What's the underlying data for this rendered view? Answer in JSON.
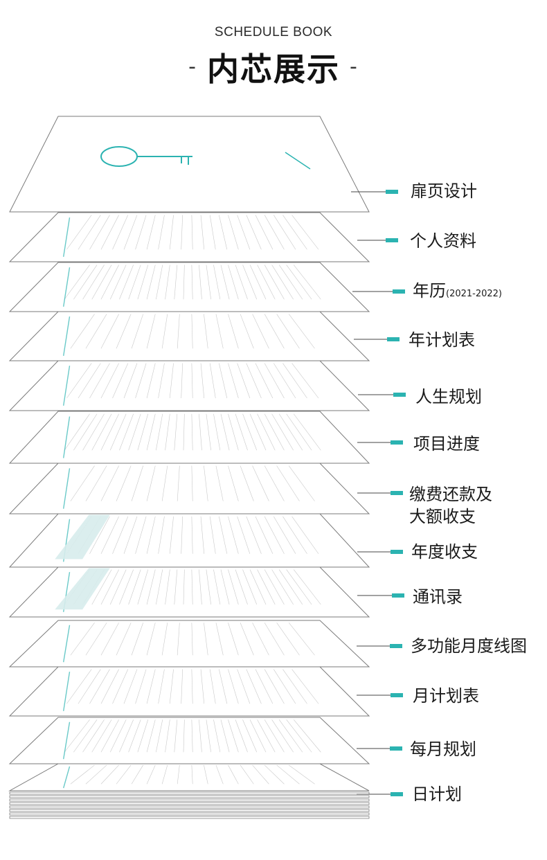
{
  "header": {
    "subtitle": "SCHEDULE BOOK",
    "title": "内芯展示",
    "dash": "-"
  },
  "colors": {
    "accent": "#2bb3b1",
    "line": "#444444",
    "page_border": "#7a7a7a",
    "page_fill": "#ffffff",
    "teal_light": "#d7ecec",
    "text": "#1a1a1a"
  },
  "pages": [
    {
      "id": "title-page",
      "label": "扉页设计"
    },
    {
      "id": "personal-info",
      "label": "个人资料"
    },
    {
      "id": "calendar",
      "label": "年历",
      "label_small": "(2021-2022)"
    },
    {
      "id": "year-plan",
      "label": "年计划表"
    },
    {
      "id": "life-plan",
      "label": "人生规划"
    },
    {
      "id": "project-progress",
      "label": "项目进度"
    },
    {
      "id": "payments",
      "label": "缴费还款及",
      "label_line2": "大额收支"
    },
    {
      "id": "annual-budget",
      "label": "年度收支"
    },
    {
      "id": "contacts",
      "label": "通讯录"
    },
    {
      "id": "monthly-chart",
      "label": "多功能月度线图"
    },
    {
      "id": "month-plan",
      "label": "月计划表"
    },
    {
      "id": "monthly-planning",
      "label": "每月规划"
    },
    {
      "id": "daily-plan",
      "label": "日计划"
    }
  ]
}
